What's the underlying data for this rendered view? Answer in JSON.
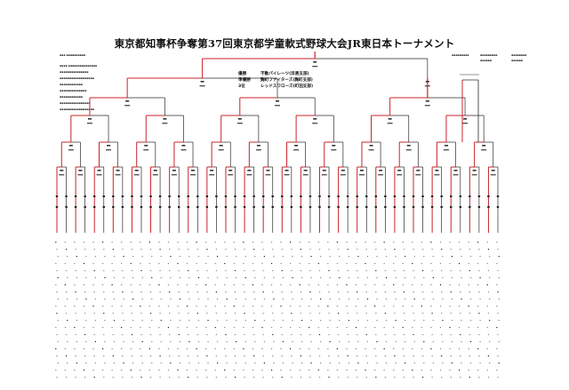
{
  "document": {
    "title": "東京都知事杯争奪第37回東京都学童軟式野球大会JR東日本トーナメント"
  },
  "results": [
    {
      "rank": "優勝",
      "team": "不動パイレーツ(目黒支部)"
    },
    {
      "rank": "準優勝",
      "team": "麹町ファイターズ(麹町支部)"
    },
    {
      "rank": "3位",
      "team": "レッドスワローズ(町田支部)"
    }
  ],
  "colors": {
    "winner_path": "#c8242b",
    "bracket_line": "#2a2a2a",
    "text": "#111111"
  }
}
